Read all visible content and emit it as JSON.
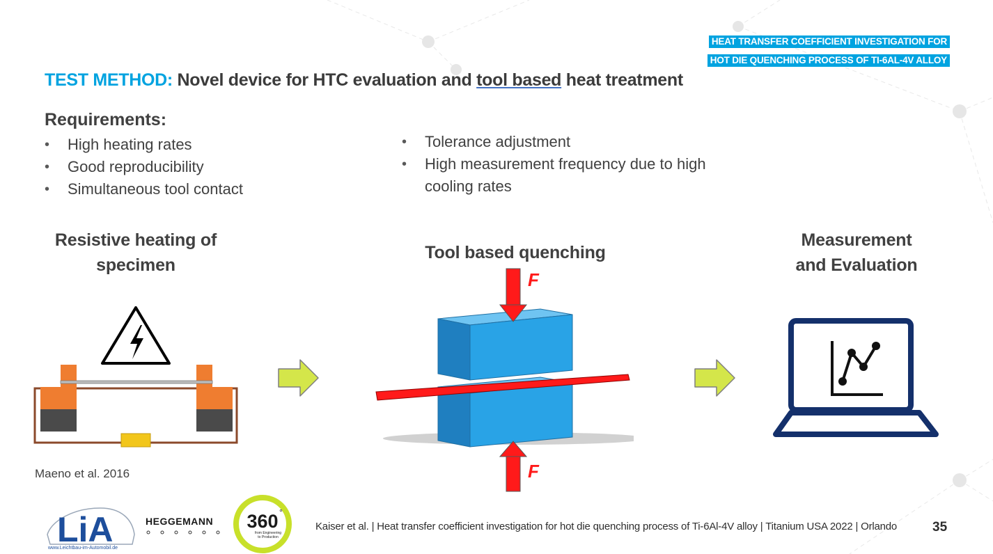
{
  "header": {
    "tag_line1": "HEAT TRANSFER COEFFICIENT INVESTIGATION FOR",
    "tag_line2": "HOT DIE QUENCHING PROCESS OF TI-6AL-4V ALLOY"
  },
  "title": {
    "prefix": "TEST METHOD:",
    "part1": " Novel device for HTC evaluation and ",
    "underlined": "tool based",
    "part2": " heat treatment"
  },
  "requirements": {
    "heading": "Requirements:",
    "left_items": [
      "High heating rates",
      "Good reproducibility",
      "Simultaneous tool contact"
    ],
    "right_items": [
      "Tolerance adjustment",
      "High measurement frequency due to high cooling rates"
    ]
  },
  "steps": {
    "step1_line1": "Resistive heating of",
    "step1_line2": "specimen",
    "step2": "Tool based quenching",
    "step3_line1": "Measurement",
    "step3_line2": "and Evaluation"
  },
  "diagram": {
    "force_label": "F"
  },
  "citation": "Maeno et al. 2016",
  "footer": {
    "text": "Kaiser et al. | Heat transfer coefficient investigation for hot die quenching process of Ti-6Al-4V alloy | Titanium USA 2022 | Orlando",
    "page_number": "35"
  },
  "logos": {
    "lia_text": "LiA",
    "lia_url": "www.Leichtbau-im-Automobil.de",
    "heggemann": "HEGGEMANN",
    "logo360_number": "360",
    "logo360_degree": "°",
    "logo360_sub1": "from Engineering",
    "logo360_sub2": "to Production"
  },
  "colors": {
    "accent": "#00a3e0",
    "arrow_green": "#d4e64a",
    "tool_blue": "#29a3e6",
    "force_red": "#ff1a1a",
    "laptop_navy": "#14306b",
    "logo_lime": "#c8e02a"
  },
  "icons": [
    "high-voltage-icon",
    "right-arrow-icon",
    "laptop-chart-icon"
  ]
}
